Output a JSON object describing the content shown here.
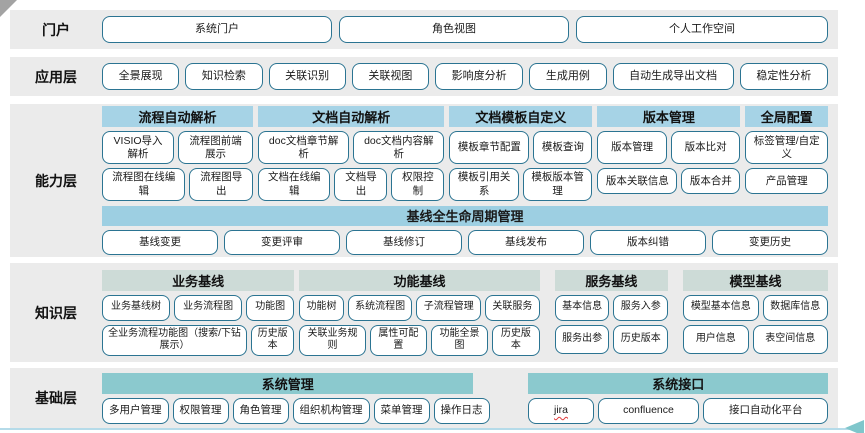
{
  "colors": {
    "band_background": "#ebebeb",
    "button_border": "#2b7492",
    "capability_header_bg": "#a6d3e6",
    "baseline_header_bg": "#9dcfe2",
    "knowledge_header_bg": "#cddbd7",
    "foundation_header_bg": "#8bc9ce",
    "arrow_accent": "#7fc6cb",
    "misspell_underline": "#e03b3b"
  },
  "decorations": {
    "red_underlined": [
      "jira"
    ]
  },
  "layers": {
    "portal": {
      "label": "门户",
      "buttons": [
        "系统门户",
        "角色视图",
        "个人工作空间"
      ]
    },
    "application": {
      "label": "应用层",
      "buttons": [
        "全景展现",
        "知识检索",
        "关联识别",
        "关联视图",
        "影响度分析",
        "生成用例",
        "自动生成导出文档",
        "稳定性分析"
      ]
    },
    "capability": {
      "label": "能力层",
      "groups": [
        {
          "header": "流程自动解析",
          "rows": [
            [
              "VISIO导入解析",
              "流程图前端展示"
            ],
            [
              "流程图在线编辑",
              "流程图导出"
            ]
          ]
        },
        {
          "header": "文档自动解析",
          "rows": [
            [
              "doc文档章节解析",
              "doc文档内容解析"
            ],
            [
              "文档在线编辑",
              "文档导出",
              "权限控制"
            ]
          ]
        },
        {
          "header": "文档模板自定义",
          "rows": [
            [
              "模板章节配置",
              "模板查询"
            ],
            [
              "模板引用关系",
              "模板版本管理"
            ]
          ]
        },
        {
          "header": "版本管理",
          "rows": [
            [
              "版本管理",
              "版本比对"
            ],
            [
              "版本关联信息",
              "版本合并"
            ]
          ]
        },
        {
          "header": "全局配置",
          "rows": [
            [
              "标签管理/自定义"
            ],
            [
              "产品管理"
            ]
          ]
        }
      ],
      "baseline": {
        "header": "基线全生命周期管理",
        "buttons": [
          "基线变更",
          "变更评审",
          "基线修订",
          "基线发布",
          "版本纠错",
          "变更历史"
        ]
      }
    },
    "knowledge": {
      "label": "知识层",
      "groups": [
        {
          "header": "业务基线",
          "rows": [
            [
              "业务基线树",
              "业务流程图",
              "功能图"
            ],
            [
              "全业务流程功能图（搜索/下钻展示）",
              "历史版本"
            ]
          ]
        },
        {
          "header": "功能基线",
          "rows": [
            [
              "功能树",
              "系统流程图",
              "子流程管理",
              "关联服务"
            ],
            [
              "关联业务规则",
              "属性可配置",
              "功能全景图",
              "历史版本"
            ]
          ]
        },
        {
          "header": "服务基线",
          "rows": [
            [
              "基本信息",
              "服务入参"
            ],
            [
              "服务出参",
              "历史版本"
            ]
          ]
        },
        {
          "header": "模型基线",
          "rows": [
            [
              "模型基本信息",
              "数据库信息"
            ],
            [
              "用户信息",
              "表空间信息"
            ]
          ]
        }
      ]
    },
    "foundation": {
      "label": "基础层",
      "groups": [
        {
          "header": "系统管理",
          "rows": [
            [
              "多用户管理",
              "权限管理",
              "角色管理",
              "组织机构管理",
              "菜单管理",
              "操作日志"
            ]
          ]
        },
        {
          "header": "系统接口",
          "rows": [
            [
              "jira",
              "confluence",
              "接口自动化平台"
            ]
          ]
        }
      ]
    }
  }
}
